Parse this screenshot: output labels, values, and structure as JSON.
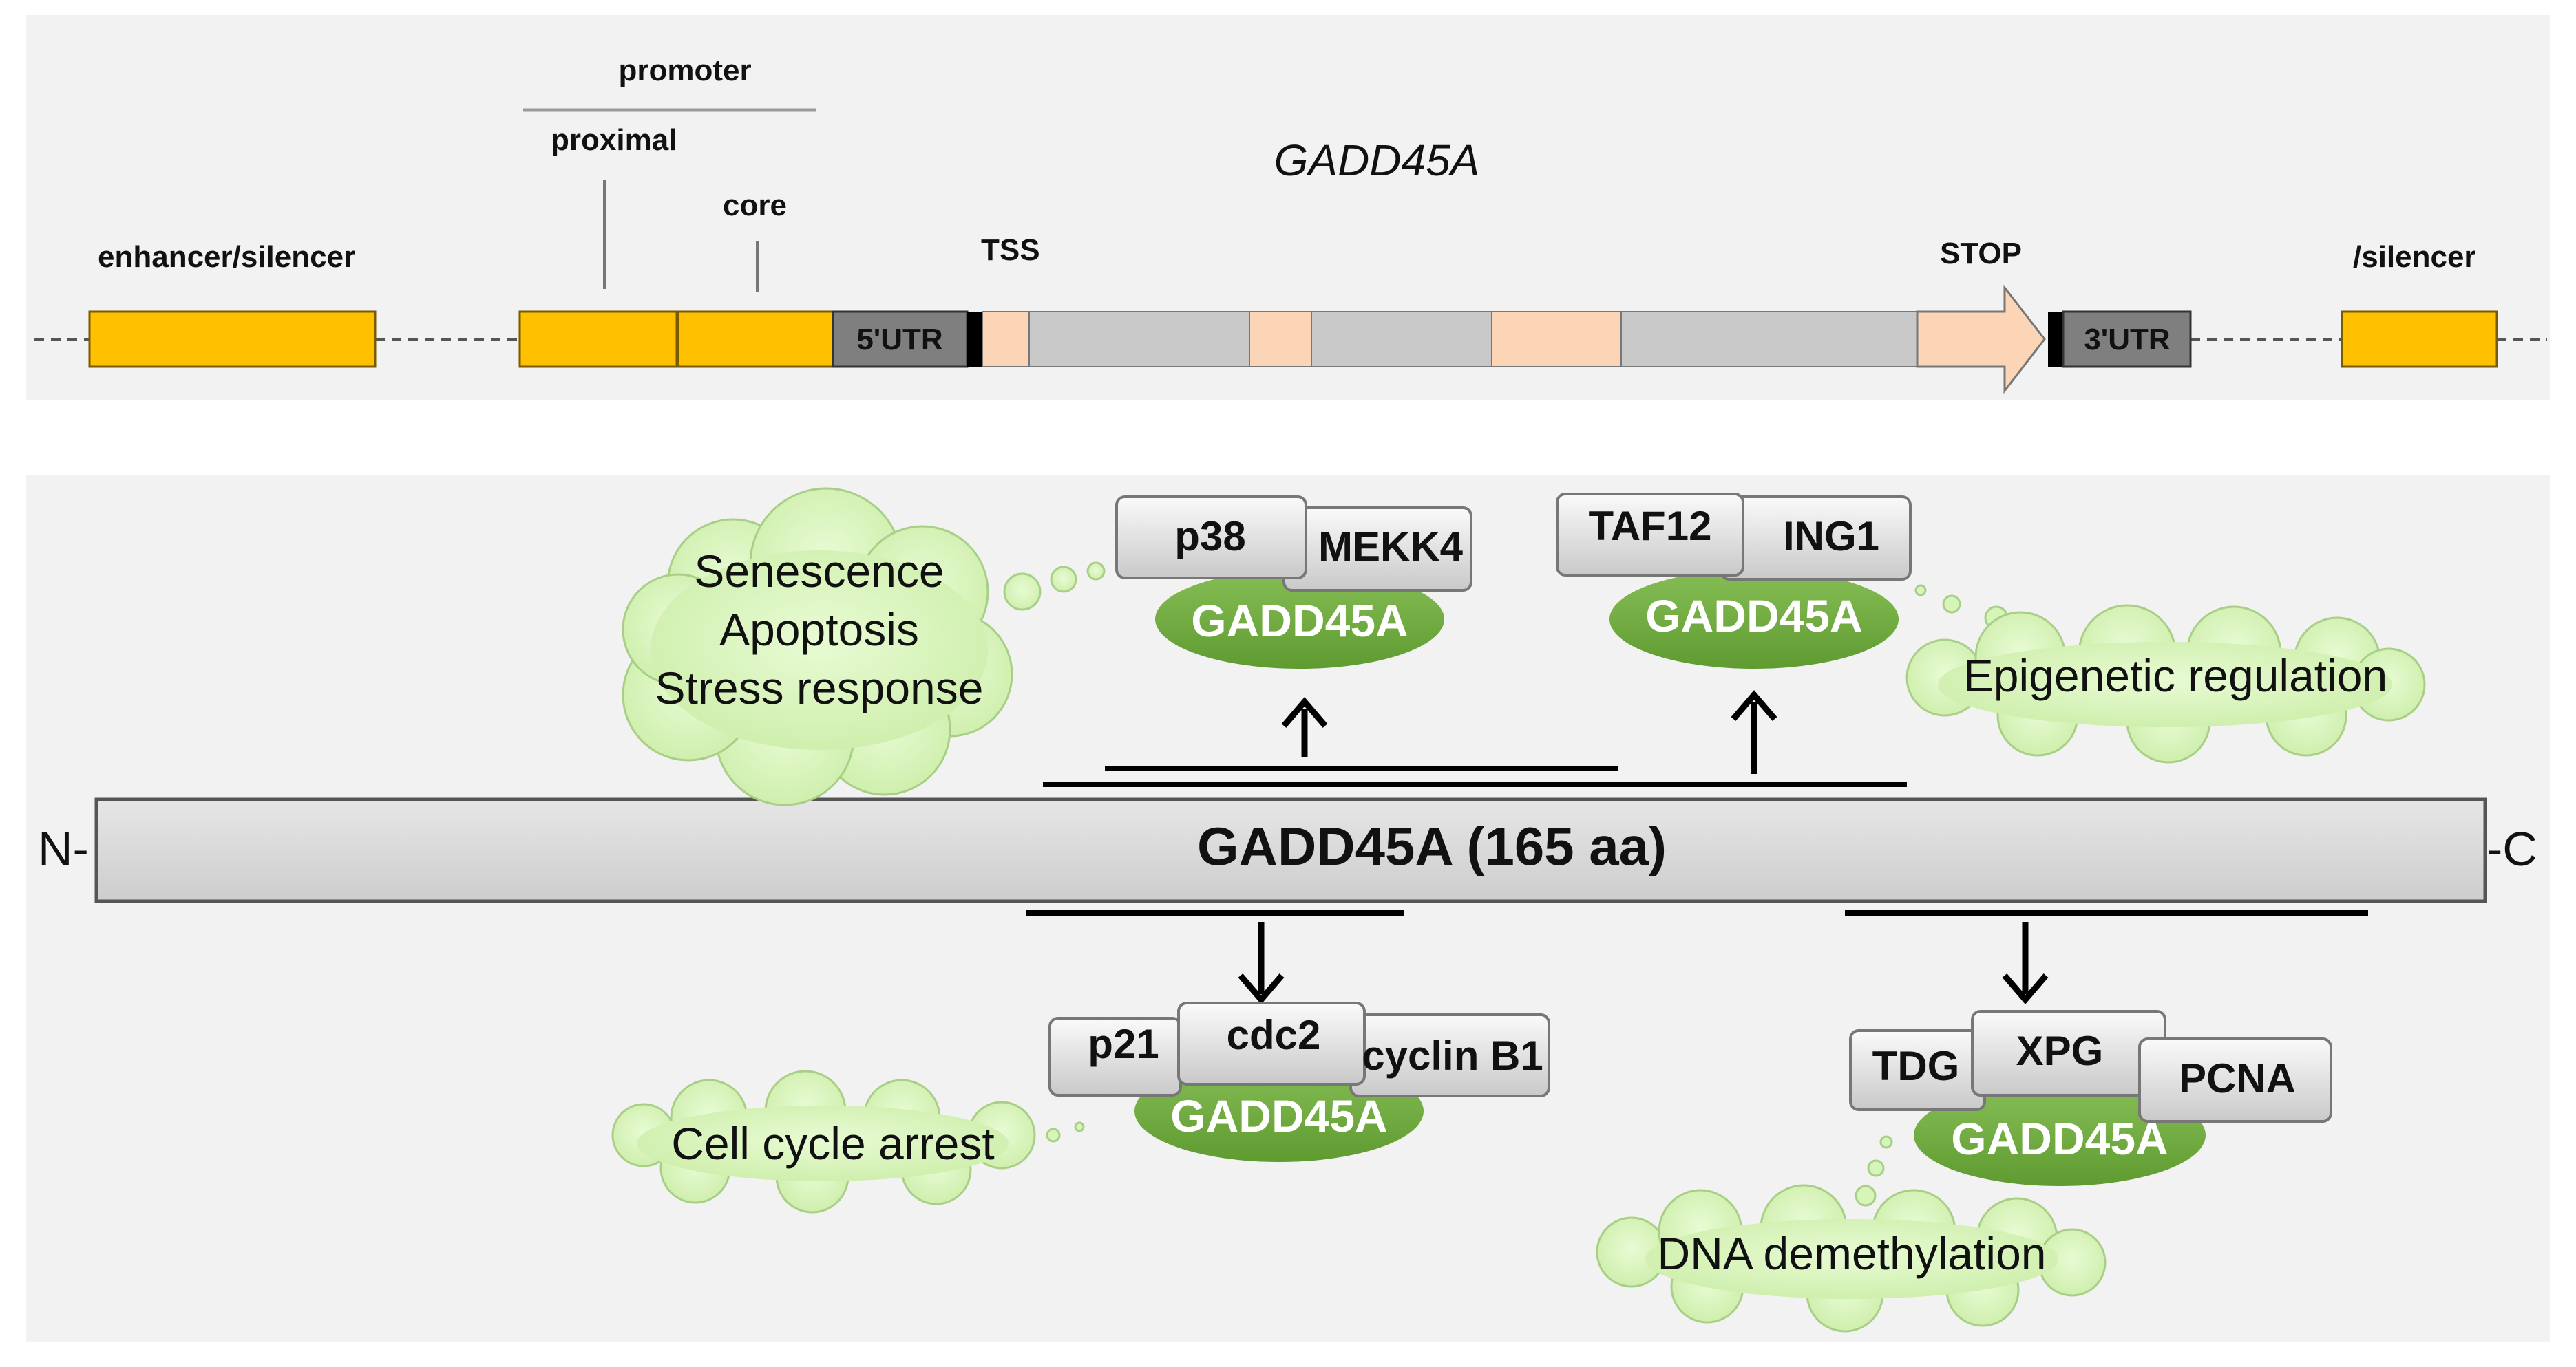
{
  "gene_map": {
    "gene_name": "GADD45A",
    "promoter_label": "promoter",
    "proximal_label": "proximal",
    "core_label": "core",
    "enhancer_left_label": "enhancer/silencer",
    "enhancer_right_label": "/silencer",
    "tss_label": "TSS",
    "stop_label": "STOP",
    "utr5_label": "5'UTR",
    "utr3_label": "3'UTR"
  },
  "protein": {
    "label": "GADD45A (165 aa)",
    "n_term": "N-",
    "c_term": "-C"
  },
  "complexes": {
    "top_left": {
      "partners": [
        "p38",
        "MEKK4"
      ],
      "core": "GADD45A"
    },
    "top_right": {
      "partners": [
        "TAF12",
        "ING1"
      ],
      "core": "GADD45A"
    },
    "bottom_left": {
      "partners": [
        "p21",
        "cdc2",
        "cyclin B1"
      ],
      "core": "GADD45A"
    },
    "bottom_right": {
      "partners": [
        "TDG",
        "XPG",
        "PCNA"
      ],
      "core": "GADD45A"
    }
  },
  "functions": {
    "senescence": [
      "Senescence",
      "Apoptosis",
      "Stress response"
    ],
    "epigenetic": "Epigenetic  regulation",
    "cell_cycle": "Cell cycle arrest",
    "dna_demethylation": "DNA demethylation"
  },
  "colors": {
    "regulatory_box": "#FFC000",
    "exon": "#FBD5B5",
    "intron": "#C8C8C8",
    "utr": "#7F7F7F",
    "green_core": "#6AA63A",
    "cloud": "#D6F5B8",
    "panel_bg": "#F2F2F2"
  }
}
